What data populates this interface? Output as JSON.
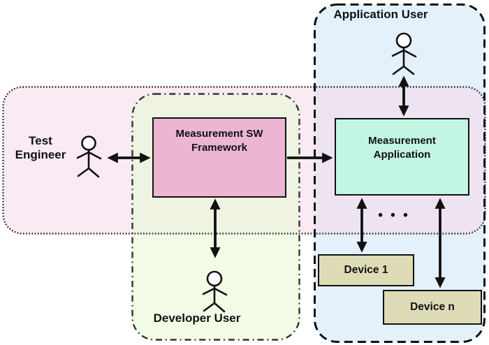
{
  "regions": {
    "test_engineer": {
      "label_line1": "Test",
      "label_line2": "Engineer",
      "border_style": "dotted",
      "fill": "#f9ecf4"
    },
    "developer_user": {
      "label": "Developer User",
      "border_style": "dash-dot",
      "fill": "#f0f8e8"
    },
    "application_user": {
      "label": "Application User",
      "border_style": "dashed",
      "fill": "#e4f0fa"
    }
  },
  "nodes": {
    "measurement_sw_framework": {
      "label_line1": "Measurement SW",
      "label_line2": "Framework",
      "fill": "#ecb5d1"
    },
    "measurement_application": {
      "label_line1": "Measurement",
      "label_line2": "Application",
      "fill": "#c2f5e2"
    },
    "device_1": {
      "label": "Device 1",
      "fill": "#dedcb6"
    },
    "device_n": {
      "label": "Device n",
      "fill": "#dedcb6"
    }
  },
  "ellipsis": "• • •",
  "connections": [
    {
      "from": "test-engineer-actor",
      "to": "measurement-sw-framework",
      "type": "double-arrow"
    },
    {
      "from": "measurement-sw-framework",
      "to": "measurement-application",
      "type": "arrow"
    },
    {
      "from": "measurement-sw-framework",
      "to": "developer-user-actor",
      "type": "double-arrow"
    },
    {
      "from": "application-user-actor",
      "to": "measurement-application",
      "type": "double-arrow"
    },
    {
      "from": "measurement-application",
      "to": "device-1",
      "type": "double-arrow"
    },
    {
      "from": "measurement-application",
      "to": "device-n",
      "type": "double-arrow"
    }
  ],
  "colors": {
    "line": "#111111",
    "region_blue": "#e4f0fa",
    "region_pink": "#f9ecf4",
    "region_green": "#f0f8e8",
    "box_pink": "#ecb5d1",
    "box_teal": "#c2f5e2",
    "box_khaki": "#dedcb6"
  }
}
